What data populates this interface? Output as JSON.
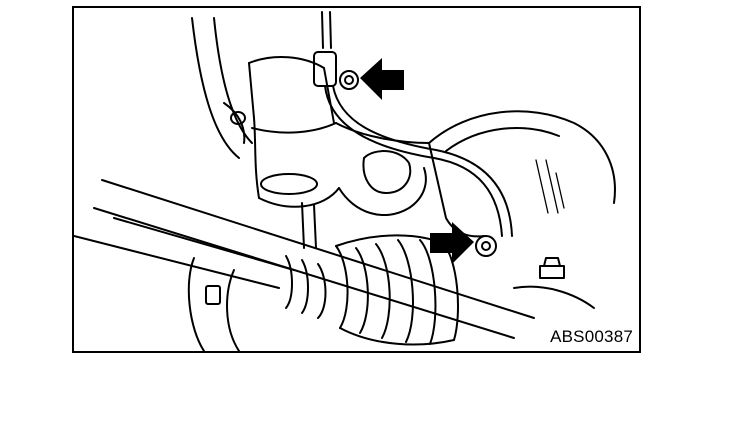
{
  "figure": {
    "code": "ABS00387",
    "colors": {
      "line": "#000000",
      "background": "#ffffff"
    },
    "arrows": [
      {
        "name": "upper-arrow",
        "direction": "left"
      },
      {
        "name": "lower-arrow",
        "direction": "right"
      }
    ]
  }
}
